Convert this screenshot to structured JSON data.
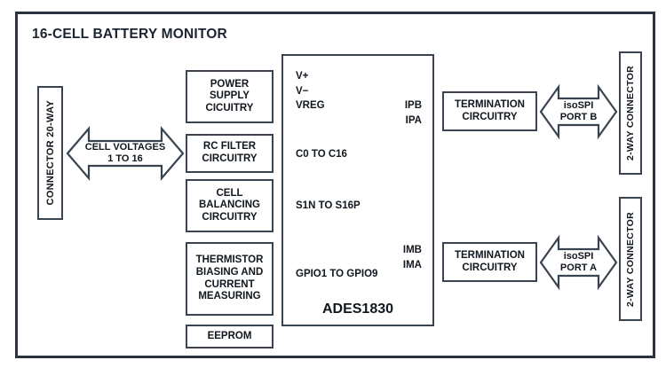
{
  "diagram": {
    "title": "16-CELL BATTERY MONITOR",
    "type": "block-diagram",
    "colors": {
      "stroke": "#3a4450",
      "frame": "#2b3340",
      "text": "#10171f",
      "background": "#ffffff"
    }
  },
  "left": {
    "connector": {
      "label": "CONNECTOR 20-WAY",
      "orientation": "vertical"
    },
    "cell_voltage_arrow": {
      "label": "CELL VOLTAGES\n1 TO 16",
      "direction": "bidirectional"
    }
  },
  "front_end_blocks": [
    {
      "label": "POWER\nSUPPLY\nCICUITRY",
      "name": "power-supply-block"
    },
    {
      "label": "RC FILTER\nCIRCUITRY",
      "name": "rc-filter-block"
    },
    {
      "label": "CELL\nBALANCING\nCIRCUITRY",
      "name": "cell-balancing-block"
    },
    {
      "label": "THERMISTOR\nBIASING AND\nCURRENT\nMEASURING",
      "name": "thermistor-block"
    },
    {
      "label": "EEPROM",
      "name": "eeprom-block"
    }
  ],
  "chip": {
    "part_number": "ADES1830",
    "left_pins": [
      "V+\nV−\nVREG",
      "C0 TO C16",
      "S1N TO S16P",
      "GPIO1 TO GPIO9"
    ],
    "right_pins": [
      "IPB\nIPA",
      "IMB\nIMA"
    ]
  },
  "isospi_chains": [
    {
      "name": "port-b",
      "termination_label": "TERMINATION\nCIRCUITRY",
      "link_label": "isoSPI\nPORT B",
      "connector_label": "2-WAY CONNECTOR"
    },
    {
      "name": "port-a",
      "termination_label": "TERMINATION\nCIRCUITRY",
      "link_label": "isoSPI\nPORT A",
      "connector_label": "2-WAY CONNECTOR"
    }
  ]
}
